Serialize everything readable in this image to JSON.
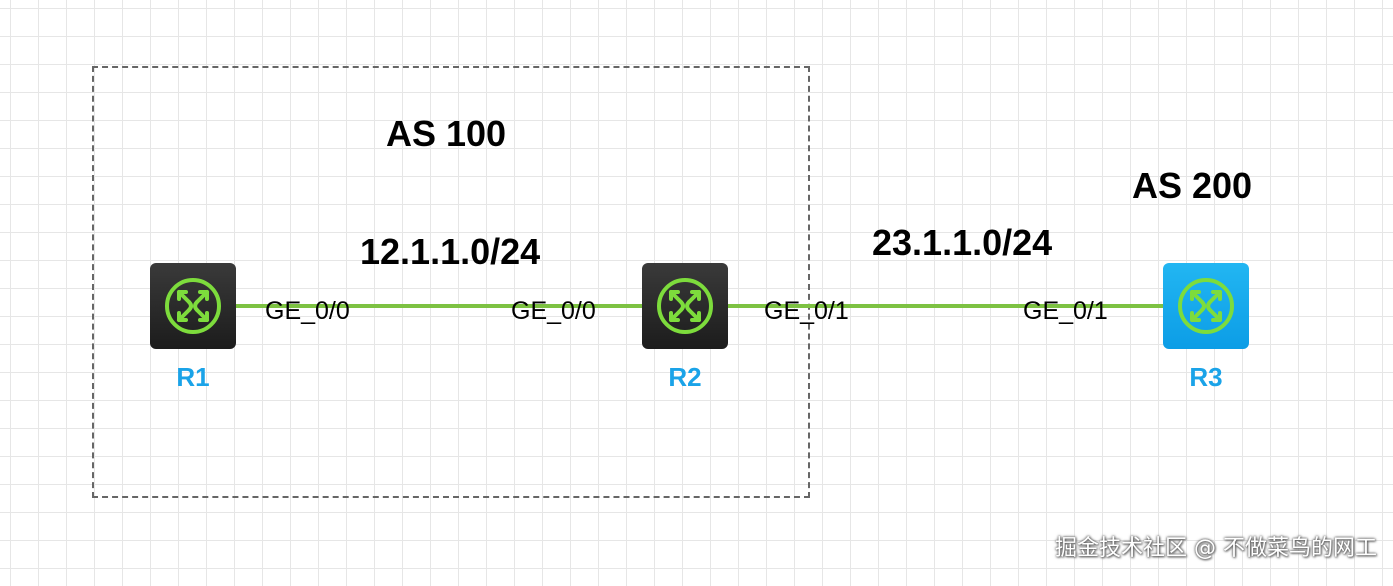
{
  "diagram": {
    "areas": [
      {
        "label": "AS 100"
      },
      {
        "label": "AS 200"
      }
    ],
    "networks": [
      {
        "label": "12.1.1.0/24"
      },
      {
        "label": "23.1.1.0/24"
      }
    ],
    "routers": [
      {
        "name": "R1",
        "style": "dark",
        "icon": "router-icon"
      },
      {
        "name": "R2",
        "style": "dark",
        "icon": "router-icon"
      },
      {
        "name": "R3",
        "style": "blue",
        "icon": "router-icon"
      }
    ],
    "interfaces": [
      {
        "router": "R1",
        "label": "GE_0/0"
      },
      {
        "router": "R2",
        "label": "GE_0/0"
      },
      {
        "router": "R2",
        "label": "GE_0/1"
      },
      {
        "router": "R3",
        "label": "GE_0/1"
      }
    ],
    "links": [
      {
        "from": "R1",
        "to": "R2"
      },
      {
        "from": "R2",
        "to": "R3"
      }
    ]
  },
  "colors": {
    "link": "#7dc242",
    "router_dark": "#2a2a2a",
    "router_blue": "#14a9ee",
    "router_icon": "#7ddc3c",
    "router_name": "#1aa3e8",
    "as_box_border": "#666666"
  },
  "watermark": "掘金技术社区 @ 不做菜鸟的网工"
}
